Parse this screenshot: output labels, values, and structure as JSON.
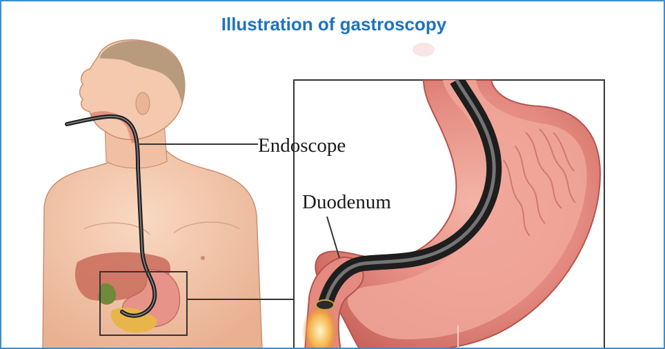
{
  "title": "Illustration of gastroscopy",
  "labels": {
    "endoscope": "Endoscope",
    "duodenum": "Duodenum"
  },
  "colors": {
    "frame_border": "#3a8fd0",
    "title": "#1e73be",
    "skin": "#f4c6a8",
    "stomach": "#e48a80",
    "endoscope": "#3c3c3c"
  }
}
